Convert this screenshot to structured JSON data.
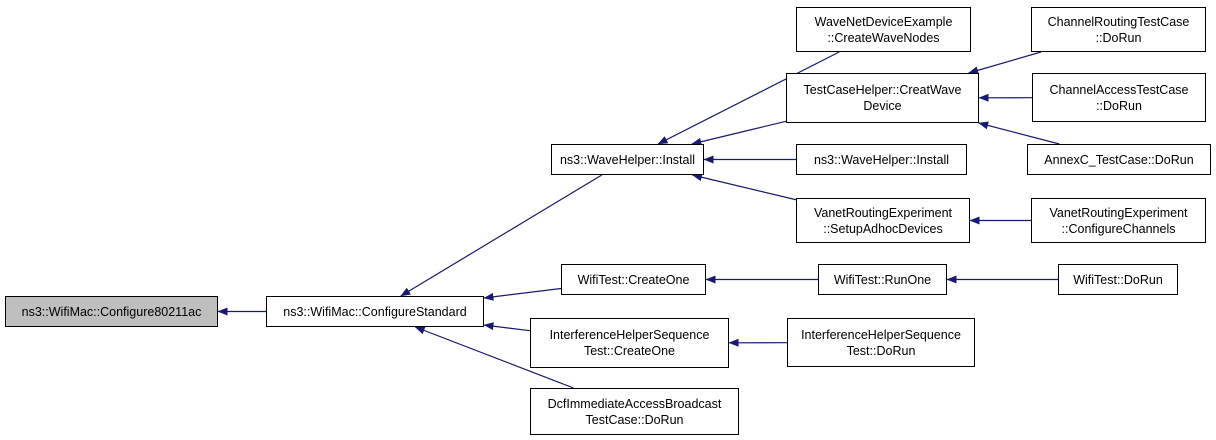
{
  "colors": {
    "edge": "#191970",
    "root_fill": "#bfbfbf",
    "node_fill": "#ffffff",
    "border": "#000000"
  },
  "nodes": [
    {
      "id": "n_root",
      "lines": [
        "ns3::WifiMac::Configure80211ac"
      ],
      "root": true
    },
    {
      "id": "n_cs",
      "lines": [
        "ns3::WifiMac::ConfigureStandard"
      ]
    },
    {
      "id": "n_whi",
      "lines": [
        "ns3::WaveHelper::Install"
      ]
    },
    {
      "id": "n_wco",
      "lines": [
        "WifiTest::CreateOne"
      ]
    },
    {
      "id": "n_ihco",
      "lines": [
        "InterferenceHelperSequence",
        "Test::CreateOne"
      ]
    },
    {
      "id": "n_dcf",
      "lines": [
        "DcfImmediateAccessBroadcast",
        "TestCase::DoRun"
      ]
    },
    {
      "id": "n_wnde",
      "lines": [
        "WaveNetDeviceExample",
        "::CreateWaveNodes"
      ]
    },
    {
      "id": "n_tch",
      "lines": [
        "TestCaseHelper::CreatWave",
        "Device"
      ]
    },
    {
      "id": "n_whi2",
      "lines": [
        "ns3::WaveHelper::Install"
      ]
    },
    {
      "id": "n_vre",
      "lines": [
        "VanetRoutingExperiment",
        "::SetupAdhocDevices"
      ]
    },
    {
      "id": "n_wro",
      "lines": [
        "WifiTest::RunOne"
      ]
    },
    {
      "id": "n_ihdr",
      "lines": [
        "InterferenceHelperSequence",
        "Test::DoRun"
      ]
    },
    {
      "id": "n_crt",
      "lines": [
        "ChannelRoutingTestCase",
        "::DoRun"
      ]
    },
    {
      "id": "n_cat",
      "lines": [
        "ChannelAccessTestCase",
        "::DoRun"
      ]
    },
    {
      "id": "n_annex",
      "lines": [
        "AnnexC_TestCase::DoRun"
      ]
    },
    {
      "id": "n_vrecc",
      "lines": [
        "VanetRoutingExperiment",
        "::ConfigureChannels"
      ]
    },
    {
      "id": "n_wdr",
      "lines": [
        "WifiTest::DoRun"
      ]
    }
  ],
  "edges": [
    {
      "from": "n_cs",
      "to": "n_root"
    },
    {
      "from": "n_whi",
      "to": "n_cs"
    },
    {
      "from": "n_wco",
      "to": "n_cs"
    },
    {
      "from": "n_ihco",
      "to": "n_cs"
    },
    {
      "from": "n_dcf",
      "to": "n_cs"
    },
    {
      "from": "n_wnde",
      "to": "n_whi"
    },
    {
      "from": "n_tch",
      "to": "n_whi"
    },
    {
      "from": "n_whi2",
      "to": "n_whi"
    },
    {
      "from": "n_vre",
      "to": "n_whi"
    },
    {
      "from": "n_wro",
      "to": "n_wco"
    },
    {
      "from": "n_ihdr",
      "to": "n_ihco"
    },
    {
      "from": "n_crt",
      "to": "n_tch"
    },
    {
      "from": "n_cat",
      "to": "n_tch"
    },
    {
      "from": "n_annex",
      "to": "n_tch"
    },
    {
      "from": "n_vrecc",
      "to": "n_vre"
    },
    {
      "from": "n_wdr",
      "to": "n_wro"
    }
  ]
}
